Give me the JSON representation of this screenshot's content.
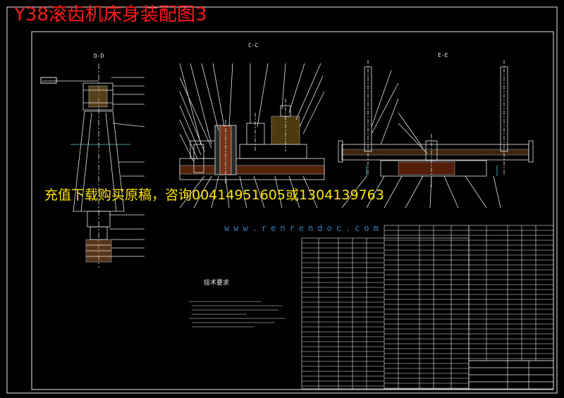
{
  "title": "Y38滚齿机床身装配图3",
  "contact_banner": "充值下载购买原稿，咨询0041495160​5或1304139763",
  "watermark": "www.renrendoc.com",
  "sections": {
    "left": "D-D",
    "middle": "C-C",
    "right": "E-E"
  },
  "tech_req_title": "技术要求",
  "colors": {
    "title": "#ff1a1a",
    "banner": "#ffe600",
    "lines": "#e8e8e8",
    "accent_cyan": "#5fd0d0",
    "watermark": "#3a7fb3"
  }
}
